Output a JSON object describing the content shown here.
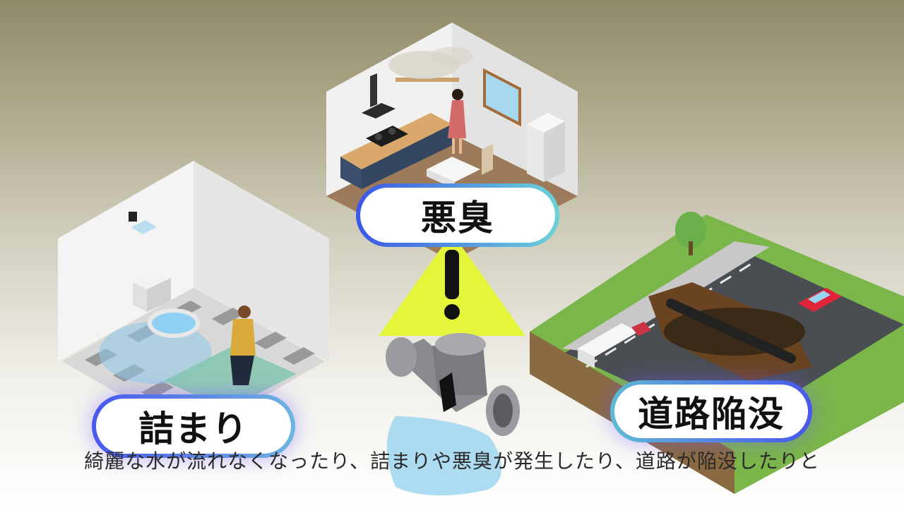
{
  "labels": {
    "odor": "悪臭",
    "clog": "詰まり",
    "sinkhole": "道路陥没"
  },
  "caption": "綺麗な水が流れなくなったり、詰まりや悪臭が発生したり、道路が陥没したりと",
  "icons": [
    "warning-icon",
    "pipe-icon",
    "water-splash-icon"
  ],
  "colors": {
    "warning": "#e4f53a",
    "pill_border_start": "#3a57e8",
    "pill_border_end": "#6bd2d8",
    "pipe": "#8a8a90",
    "water": "#9fd6f0",
    "grass": "#79b54a",
    "road": "#4a4e52",
    "car": "#e0243a"
  }
}
